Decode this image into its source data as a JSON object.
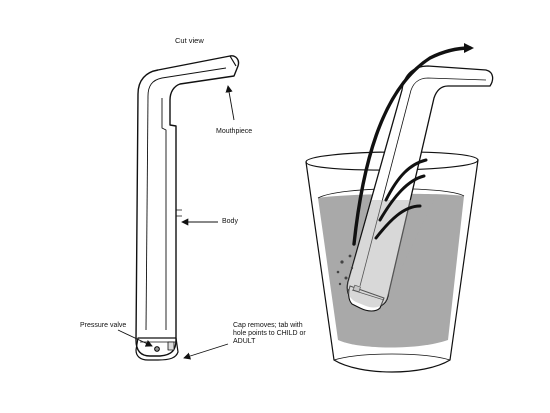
{
  "diagram": {
    "cut_view_title": "Cut view",
    "labels": {
      "mouthpiece": "Mouthpiece",
      "body": "Body",
      "pressure_valve": "Pressure valve",
      "cap": "Cap removes; tab with hole points to CHILD or ADULT"
    },
    "colors": {
      "ink": "#111111",
      "liquid": "#a9a9a9",
      "glass": "#ffffff",
      "background": "#ffffff"
    }
  }
}
